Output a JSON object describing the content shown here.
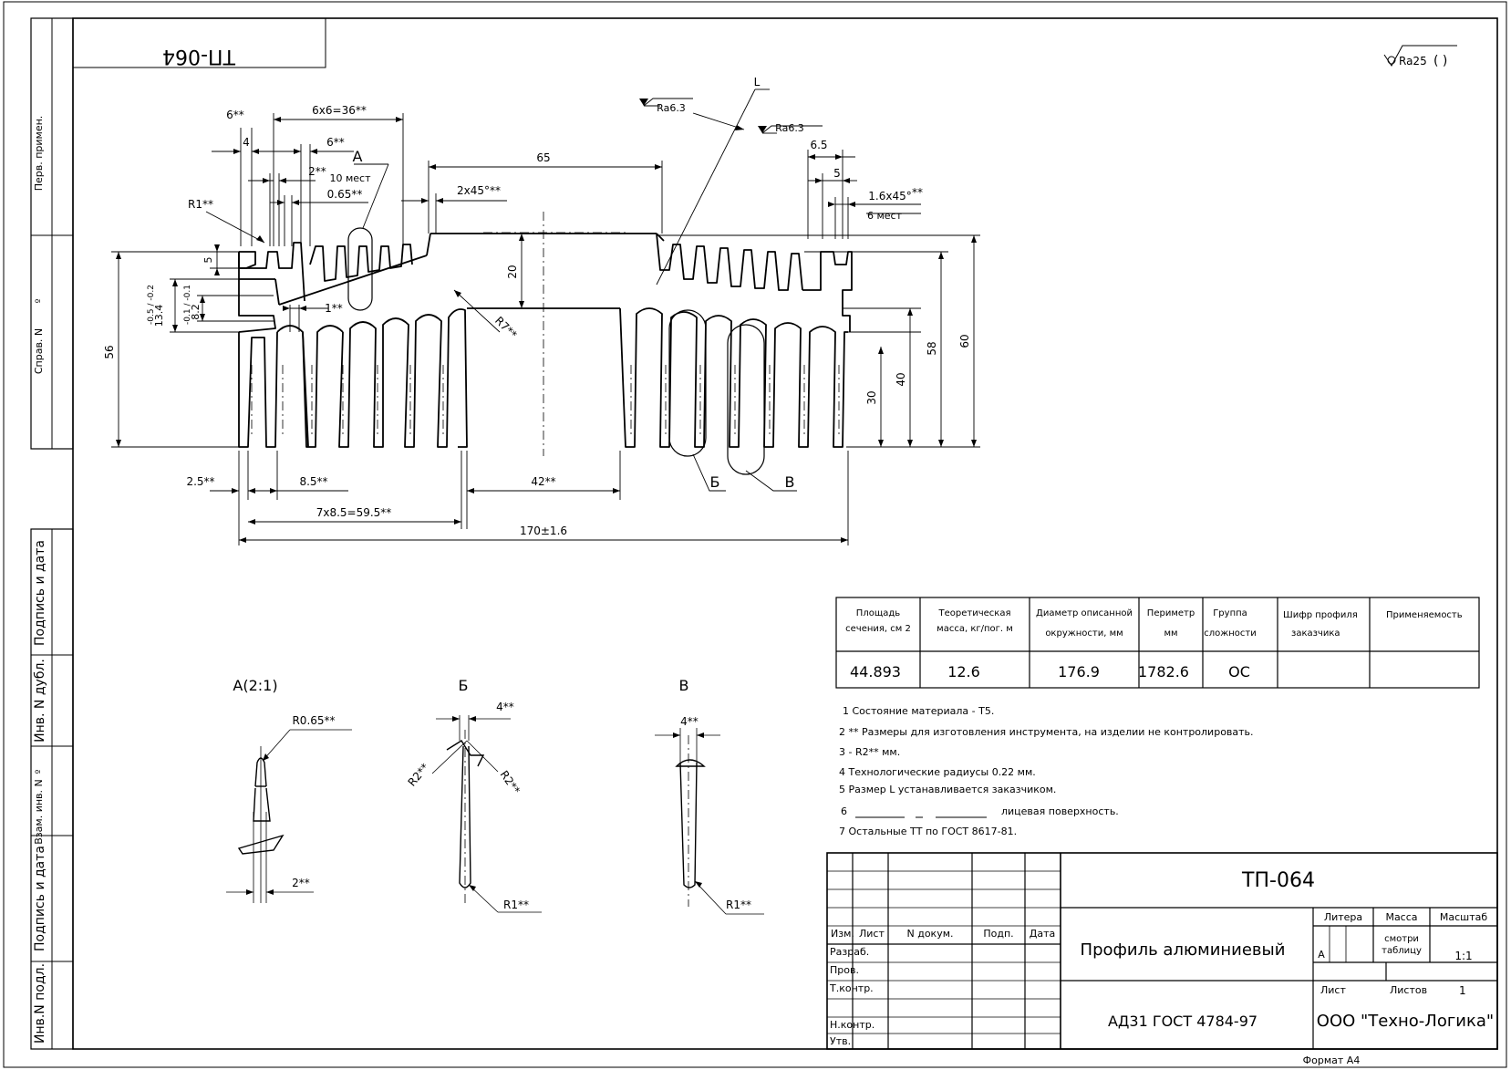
{
  "doc_code": "ТП-064",
  "top_code_rotated": "ТП-064",
  "roughness_general": "Ra25",
  "roughness_general_paren": "(   )",
  "side_labels": {
    "perv_primen": "Перв. примен.",
    "sprav_n": "Справ. N",
    "podpis_data_1": "Подпись и дата",
    "inv_n_dubl": "Инв. N дубл.",
    "vzam_inv_n": "Взам. инв. N",
    "podpis_data_2": "Подпись и дата",
    "inv_n_podl": "Инв.N подл."
  },
  "dims": {
    "d6x6": "6х6=36**",
    "d6a": "6**",
    "d4": "4",
    "d6b": "6**",
    "dA": "А",
    "d2": "2**",
    "d10mest": "10 мест",
    "d065": "0.65**",
    "dR1": "R1**",
    "d2x45": "2х45°**",
    "d65": "65",
    "dRa63a": "Ra6.3",
    "dRa63b": "Ra6.3",
    "dL": "L",
    "d6_5": "6.5",
    "d5r": "5",
    "d16x45": "1.6х45°",
    "d16x45s": "**",
    "d6mest": "6 мест",
    "d5l": "5",
    "d56": "56",
    "d134": "13.4",
    "d134tol": "-0.5 / -0.2",
    "d82": "8.2",
    "d82tol": "-0.1 / -0.1",
    "d1": "1**",
    "d20": "20",
    "dR7": "R7**",
    "d30": "30",
    "d40": "40",
    "d58": "58",
    "d60": "60",
    "d25": "2.5**",
    "d85": "8.5**",
    "d42": "42**",
    "dB": "Б",
    "dV": "В",
    "d7x85": "7х8.5=59.5**",
    "d170": "170±1.6"
  },
  "details": {
    "a_title": "А(2:1)",
    "a_r065": "R0.65**",
    "a_2": "2**",
    "b_title": "Б",
    "b_4": "4**",
    "b_r2l": "R2**",
    "b_r2r": "R2**",
    "b_r1": "R1**",
    "v_title": "В",
    "v_4": "4**",
    "v_r1": "R1**"
  },
  "props_table": {
    "headers": [
      [
        "Площадь",
        "сечения, см 2"
      ],
      [
        "Теоретическая",
        "масса, кг/пог. м"
      ],
      [
        "Диаметр описанной",
        "окружности, мм"
      ],
      [
        "Периметр",
        "мм"
      ],
      [
        "Группа",
        "сложности"
      ],
      [
        "Шифр профиля",
        "заказчика"
      ],
      [
        "Применяемость",
        ""
      ]
    ],
    "values": [
      "44.893",
      "12.6",
      "176.9",
      "1782.6",
      "ОС",
      "",
      ""
    ]
  },
  "notes": [
    "1 Состояние материала - Т5.",
    "2 ** Размеры для изготовления инструмента, на изделии не контролировать.",
    "3 - R2** мм.",
    "4 Технологические радиусы 0.22 мм.",
    "5 Размер L устанавливается заказчиком.",
    "6",
    "лицевая поверхность.",
    "7 Остальные ТТ по ГОСТ 8617-81."
  ],
  "title_block": {
    "designation": "ТП-064",
    "name": "Профиль алюминиевый",
    "material": "АД31 ГОСТ 4784-97",
    "company": "ООО \"Техно-Логика\"",
    "col_izm": "Изм.",
    "col_list": "Лист",
    "col_ndokum": "N докум.",
    "col_podp": "Подп.",
    "col_data": "Дата",
    "row_razrab": "Разраб.",
    "row_prov": "Пров.",
    "row_tkontr": "Т.контр.",
    "row_nkontr": "Н.контр.",
    "row_utv": "Утв.",
    "litera": "Литера",
    "massa": "Масса",
    "masshtab": "Масштаб",
    "litera_val": "А",
    "massa_val_1": "смотри",
    "massa_val_2": "таблицу",
    "masshtab_val": "1:1",
    "list": "Лист",
    "listov": "Листов",
    "listov_val": "1",
    "format": "Формат А4"
  }
}
